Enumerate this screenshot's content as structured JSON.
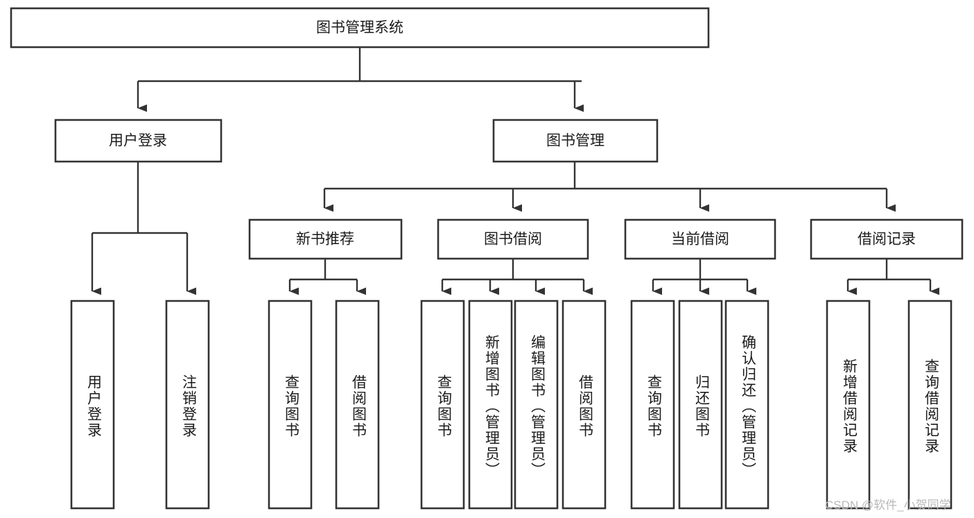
{
  "diagram": {
    "title": "图书管理系统",
    "type": "tree",
    "watermark": "CSDN @软件_小贺同学",
    "nodes": {
      "root": {
        "label": "图书管理系统",
        "level": 0
      },
      "l1": [
        {
          "id": "user-login",
          "label": "用户登录"
        },
        {
          "id": "book-manage",
          "label": "图书管理"
        }
      ],
      "l2": [
        {
          "id": "new-book-recommend",
          "label": "新书推荐",
          "parent": "book-manage"
        },
        {
          "id": "book-borrow",
          "label": "图书借阅",
          "parent": "book-manage"
        },
        {
          "id": "current-borrow",
          "label": "当前借阅",
          "parent": "book-manage"
        },
        {
          "id": "borrow-record",
          "label": "借阅记录",
          "parent": "book-manage"
        }
      ],
      "leaves": [
        {
          "id": "leaf-user-login",
          "label": "用户登录",
          "parent": "user-login"
        },
        {
          "id": "leaf-user-logout",
          "label": "注销登录",
          "parent": "user-login"
        },
        {
          "id": "leaf-query-book-1",
          "label": "查询图书",
          "parent": "new-book-recommend"
        },
        {
          "id": "leaf-borrow-book-1",
          "label": "借阅图书",
          "parent": "new-book-recommend"
        },
        {
          "id": "leaf-query-book-2",
          "label": "查询图书",
          "parent": "book-borrow"
        },
        {
          "id": "leaf-add-book",
          "label": "新增图书（管理员）",
          "parent": "book-borrow"
        },
        {
          "id": "leaf-edit-book",
          "label": "编辑图书（管理员）",
          "parent": "book-borrow"
        },
        {
          "id": "leaf-borrow-book-2",
          "label": "借阅图书",
          "parent": "book-borrow"
        },
        {
          "id": "leaf-query-book-3",
          "label": "查询图书",
          "parent": "current-borrow"
        },
        {
          "id": "leaf-return-book",
          "label": "归还图书",
          "parent": "current-borrow"
        },
        {
          "id": "leaf-confirm-return",
          "label": "确认归还（管理员）",
          "parent": "current-borrow"
        },
        {
          "id": "leaf-add-record",
          "label": "新增借阅记录",
          "parent": "borrow-record"
        },
        {
          "id": "leaf-query-record",
          "label": "查询借阅记录",
          "parent": "borrow-record"
        }
      ]
    },
    "colors": {
      "box_stroke": "#333333",
      "box_fill": "#ffffff",
      "text": "#1b1b1b",
      "link": "#333333",
      "watermark": "#b9b9b9"
    }
  }
}
